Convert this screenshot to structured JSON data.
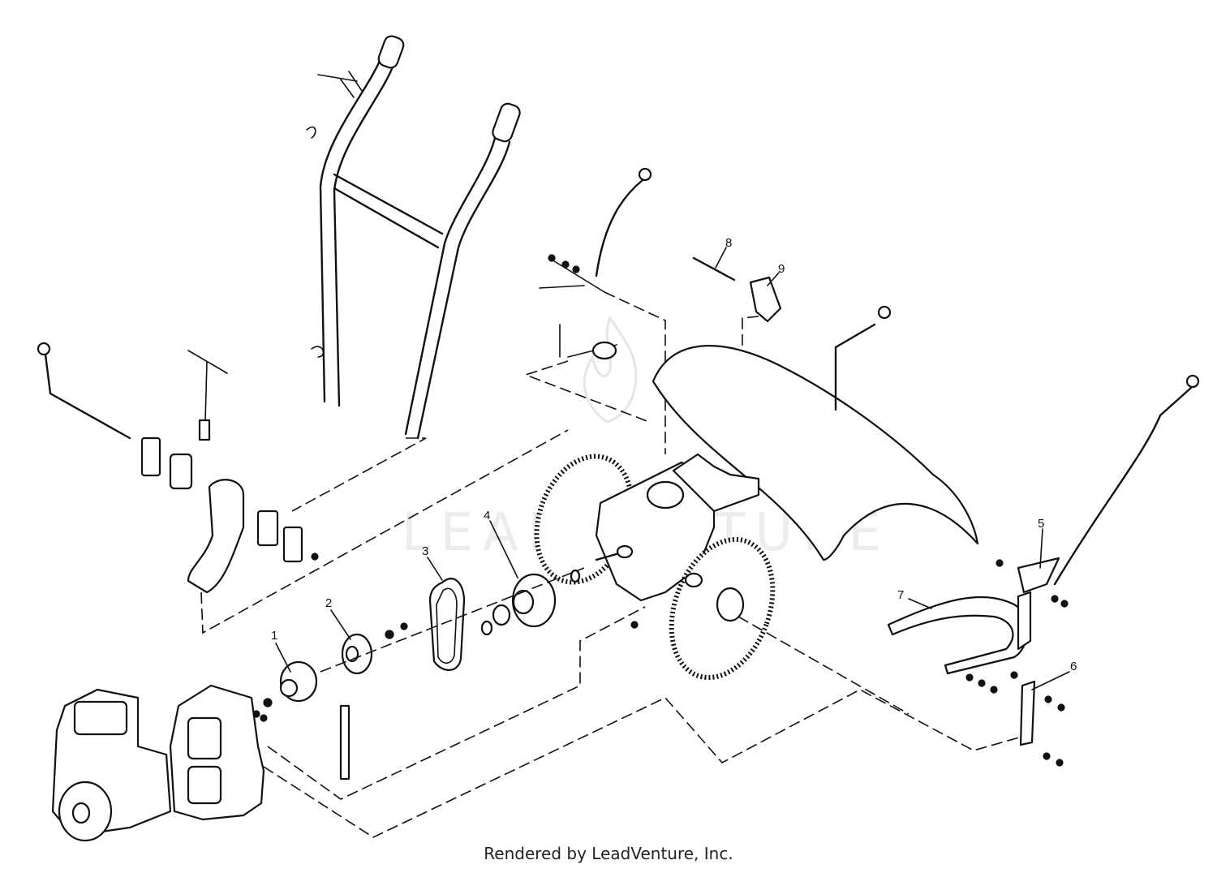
{
  "callouts": {
    "c1": "1",
    "c2": "2",
    "c3": "3",
    "c4": "4",
    "c5": "5",
    "c6": "6",
    "c7": "7",
    "c8": "8",
    "c9": "9"
  },
  "watermark": {
    "text": "LEADVENTURE"
  },
  "footer": {
    "credit": "Rendered by LeadVenture, Inc."
  }
}
